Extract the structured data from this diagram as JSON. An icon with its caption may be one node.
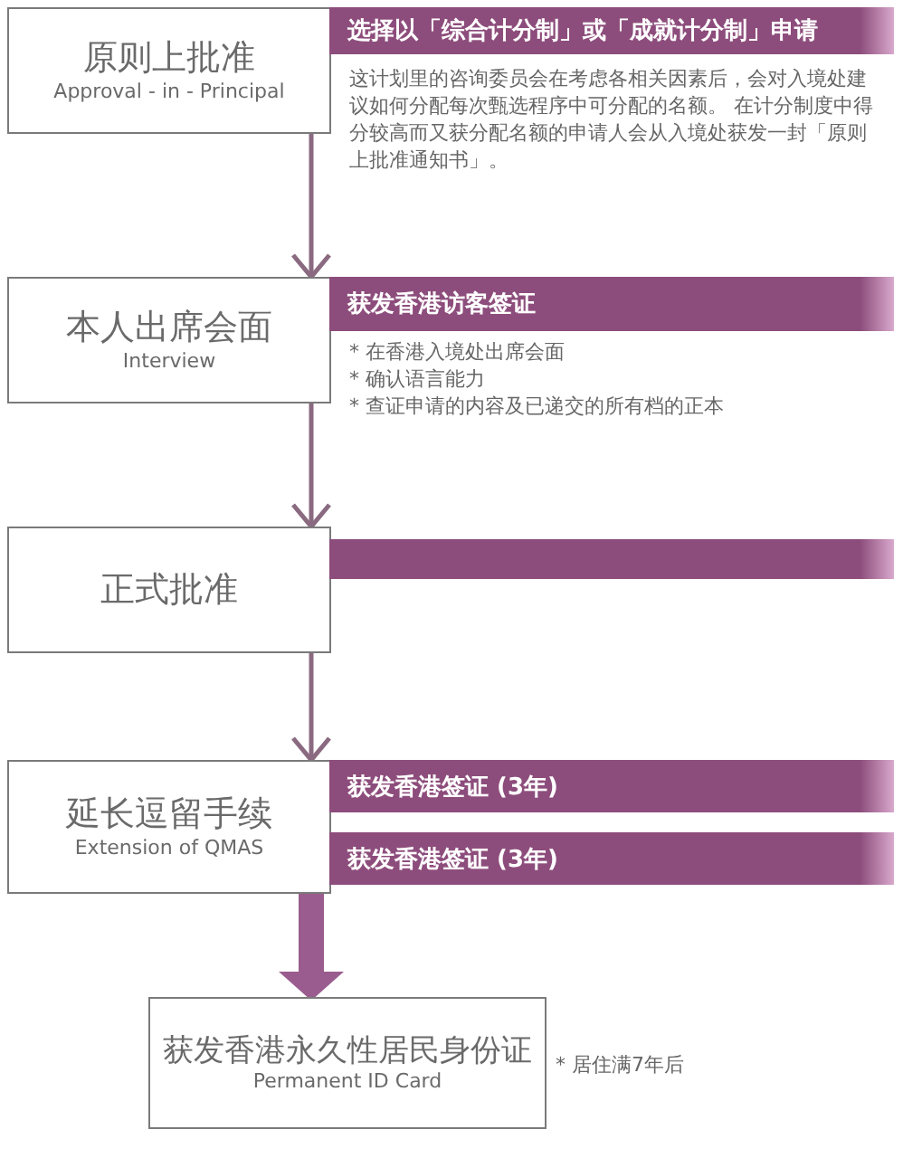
{
  "diagram": {
    "nodes": [
      {
        "text": [
          "原则上批准",
          "Approval - in - Principal"
        ]
      },
      {
        "text": [
          "选择以「综合计分制」或「成就计分制」申请"
        ],
        "beside": [
          "这计划里的咨询委员会在考虑各相关因素后，会对入境处建议如何分配每次甄选程序中可分配的名额。 在计分制度中得分较高而又获分配名额的申请人会从入境处获发一封「原则上批准通知书」。"
        ]
      },
      {
        "text": [
          "本人出席会面",
          "Interview"
        ]
      },
      {
        "text": [
          "获发香港访客签证"
        ],
        "beside": [
          "* 在香港入境处出席会面",
          "* 确认语言能力",
          "* 查证申请的内容及已递交的所有档的正本"
        ]
      },
      {
        "text": [
          "正式批准"
        ]
      },
      {
        "text": [],
        "shape": "bar"
      },
      {
        "text": [
          "延长逗留手续",
          "Extension of QMAS"
        ]
      },
      {
        "text": [
          "获发香港签证 (3年)"
        ]
      },
      {
        "text": [
          "获发香港签证 (3年)"
        ]
      },
      {
        "text": [
          "获发香港永久性居民身份证",
          "Permanent ID Card"
        ],
        "beside": [
          "* 居住满7年后"
        ]
      }
    ],
    "edges": [
      {
        "from": 0,
        "to": 2,
        "arrow": "to"
      },
      {
        "from": 2,
        "to": 4,
        "arrow": "to"
      },
      {
        "from": 4,
        "to": 6,
        "arrow": "to"
      },
      {
        "from": 6,
        "to": 9,
        "arrow": "to",
        "style": "thick"
      }
    ]
  }
}
